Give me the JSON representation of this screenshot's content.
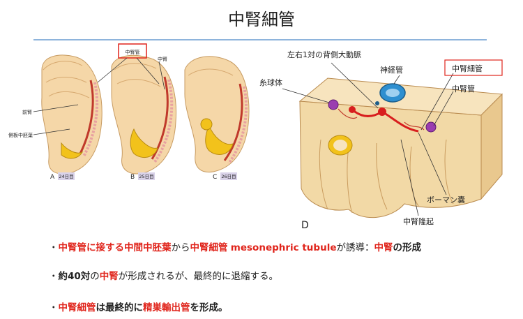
{
  "slide": {
    "title": "中腎細管"
  },
  "figure_abc": {
    "highlight_label": "中腎管",
    "label_mesonephros": "中腎",
    "label_pronephros": "前腎",
    "label_mesoderm": "側板中胚葉",
    "panels": [
      {
        "letter": "A",
        "day": "24日目"
      },
      {
        "letter": "B",
        "day": "25日目"
      },
      {
        "letter": "C",
        "day": "26日目"
      }
    ]
  },
  "figure_d": {
    "letter": "D",
    "label_aorta": "左右1対の背側大動脈",
    "label_neural_tube": "神経管",
    "label_glomerulus": "糸球体",
    "label_tubule_highlight": "中腎細管",
    "label_duct": "中腎管",
    "label_bowman": "ボーマン嚢",
    "label_ridge": "中腎隆起"
  },
  "bullets": {
    "dot": "・",
    "b1_p1": "中腎管に接する中間中胚葉",
    "b1_p2": "から",
    "b1_p3": "中腎細管",
    "b1_p4": "mesonephric tubule",
    "b1_p5": "が誘導：",
    "b1_p6": "中腎",
    "b1_p7": "の形成",
    "b2_p1": "約40対",
    "b2_p2": "の",
    "b2_p3": "中腎",
    "b2_p4": "が形成されるが、最終的に退縮する。",
    "b3_p1": "中腎細管",
    "b3_p2": "は最終的に",
    "b3_p3": "精巣輸出管",
    "b3_p4": "を形成。"
  }
}
